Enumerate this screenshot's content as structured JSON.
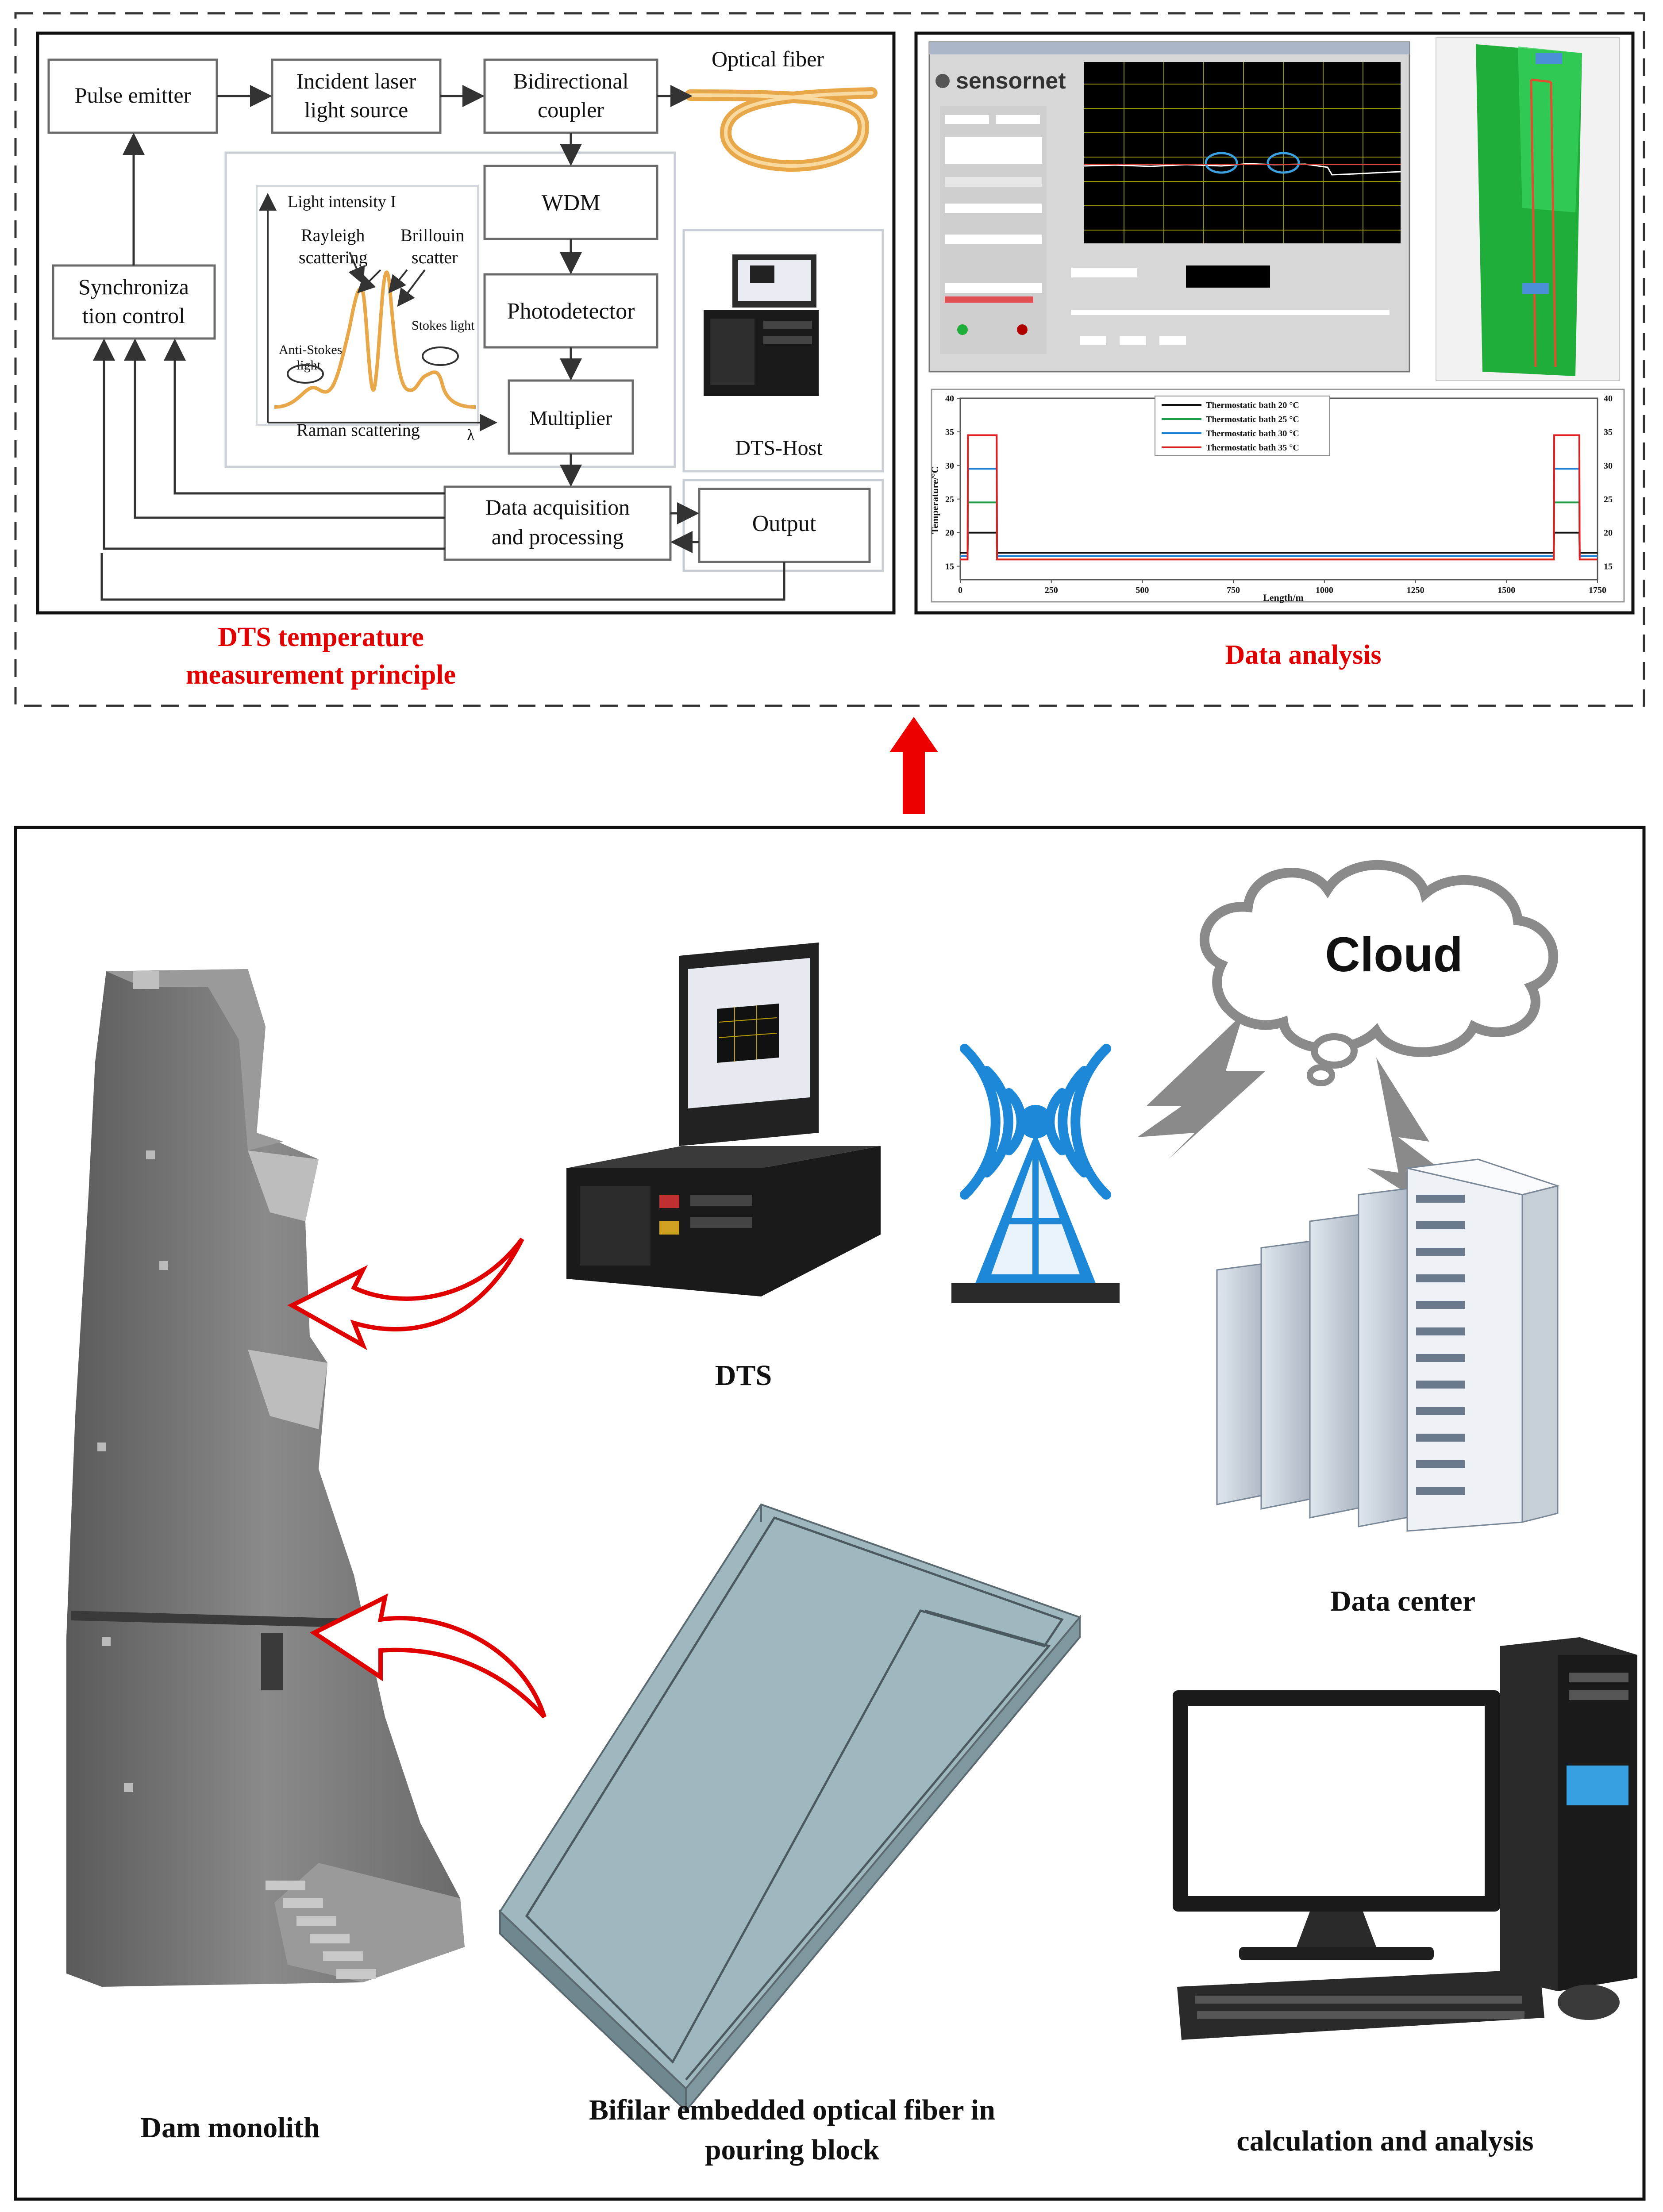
{
  "principle": {
    "pulse_emitter": "Pulse emitter",
    "incident_laser_1": "Incident laser",
    "incident_laser_2": "light source",
    "bidirectional_1": "Bidirectional",
    "bidirectional_2": "coupler",
    "optical_fiber": "Optical fiber",
    "wdm": "WDM",
    "photodetector": "Photodetector",
    "multiplier": "Multiplier",
    "sync_1": "Synchroniza",
    "sync_2": "tion control",
    "daq_1": "Data acquisition",
    "daq_2": "and processing",
    "output": "Output",
    "dts_host": "DTS-Host",
    "light_intensity": "Light intensity I",
    "rayleigh_1": "Rayleigh",
    "rayleigh_2": "scattering",
    "brillouin_1": "Brillouin",
    "brillouin_2": "scatter",
    "anti_stokes_1": "Anti-Stokes",
    "anti_stokes_2": "light",
    "stokes": "Stokes light",
    "raman": "Raman scattering",
    "lambda": "λ",
    "caption_1": "DTS temperature",
    "caption_2": "measurement principle"
  },
  "analysis": {
    "caption": "Data analysis",
    "brand": "sensornet",
    "legend": [
      "Thermostatic bath 20 °C",
      "Thermostatic bath 25 °C",
      "Thermostatic bath 30 °C",
      "Thermostatic bath 35 °C"
    ],
    "x_ticks": [
      "0",
      "250",
      "500",
      "750",
      "1000",
      "1250",
      "1500",
      "1750"
    ],
    "y_ticks": [
      "15",
      "20",
      "25",
      "30",
      "35",
      "40"
    ],
    "xlabel": "Length/m",
    "ylabel": "Temperature/°C"
  },
  "system": {
    "cloud": "Cloud",
    "dts": "DTS",
    "data_center": "Data center",
    "dam_monolith": "Dam monolith",
    "bifilar_1": "Bifilar embedded optical fiber in",
    "bifilar_2": "pouring block",
    "calc": "calculation and analysis"
  },
  "colors": {
    "caption_red": "#e00000",
    "fiber_orange": "#e8a84a",
    "screen_green": "#1fae3a",
    "series": [
      "#111111",
      "#1f9e4a",
      "#1f7fd0",
      "#e02020"
    ]
  },
  "chart_data": {
    "type": "line",
    "xlabel": "Length/m",
    "ylabel": "Temperature/°C",
    "xlim": [
      0,
      1750
    ],
    "ylim": [
      13,
      40
    ],
    "series": [
      {
        "name": "Thermostatic bath 20 °C",
        "x": [
          0,
          20,
          21,
          100,
          101,
          1630,
          1631,
          1700,
          1701,
          1750
        ],
        "y": [
          17,
          17,
          20,
          20,
          17,
          17,
          20,
          20,
          17,
          17
        ]
      },
      {
        "name": "Thermostatic bath 25 °C",
        "x": [
          0,
          20,
          21,
          100,
          101,
          1630,
          1631,
          1700,
          1701,
          1750
        ],
        "y": [
          16.5,
          16.5,
          24.5,
          24.5,
          16.5,
          16.5,
          24.5,
          24.5,
          16.5,
          16.5
        ]
      },
      {
        "name": "Thermostatic bath 30 °C",
        "x": [
          0,
          20,
          21,
          100,
          101,
          1630,
          1631,
          1700,
          1701,
          1750
        ],
        "y": [
          16.5,
          16.5,
          29.5,
          29.5,
          16.5,
          16.5,
          29.5,
          29.5,
          16.5,
          16.5
        ]
      },
      {
        "name": "Thermostatic bath 35 °C",
        "x": [
          0,
          20,
          21,
          100,
          101,
          1630,
          1631,
          1700,
          1701,
          1750
        ],
        "y": [
          16,
          16,
          34.5,
          34.5,
          16,
          16,
          34.5,
          34.5,
          16,
          16
        ]
      }
    ]
  }
}
